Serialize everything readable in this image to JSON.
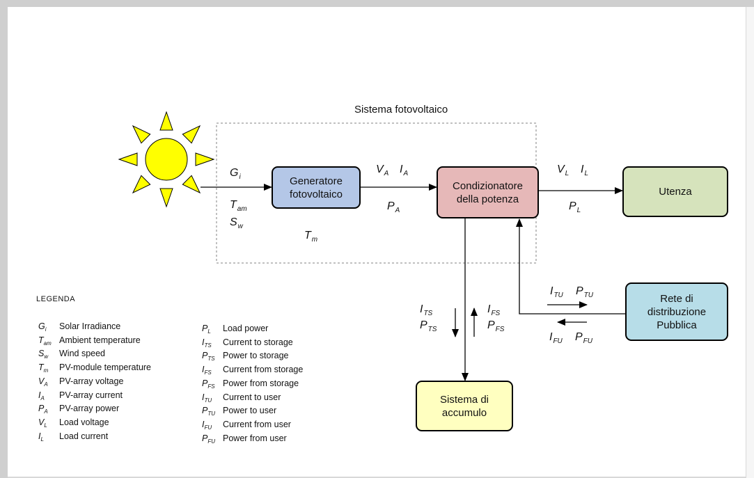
{
  "diagram_title": "Sistema fotovoltaico",
  "blocks": {
    "generator": "Generatore\nfotovoltaico",
    "conditioner": "Condizionatore\ndella potenza",
    "user": "Utenza",
    "grid": "Rete di\ndistribuzione\nPubblica",
    "storage": "Sistema di\naccumulo"
  },
  "colors": {
    "generator": "#b4c7e7",
    "conditioner": "#e6b8b8",
    "user": "#d6e3bc",
    "grid": "#b7dde8",
    "storage": "#ffffc0",
    "sun": "#ffff00"
  },
  "symbols": {
    "Gi": {
      "base": "G",
      "sub": "i"
    },
    "Tam": {
      "base": "T",
      "sub": "am"
    },
    "Sw": {
      "base": "S",
      "sub": "w"
    },
    "Tm": {
      "base": "T",
      "sub": "m"
    },
    "VA": {
      "base": "V",
      "sub": "A"
    },
    "IA": {
      "base": "I",
      "sub": "A"
    },
    "PA": {
      "base": "P",
      "sub": "A"
    },
    "VL": {
      "base": "V",
      "sub": "L"
    },
    "IL": {
      "base": "I",
      "sub": "L"
    },
    "PL": {
      "base": "P",
      "sub": "L"
    },
    "ITS": {
      "base": "I",
      "sub": "TS"
    },
    "PTS": {
      "base": "P",
      "sub": "TS"
    },
    "IFS": {
      "base": "I",
      "sub": "FS"
    },
    "PFS": {
      "base": "P",
      "sub": "FS"
    },
    "ITU": {
      "base": "I",
      "sub": "TU"
    },
    "PTU": {
      "base": "P",
      "sub": "TU"
    },
    "IFU": {
      "base": "I",
      "sub": "FU"
    },
    "PFU": {
      "base": "P",
      "sub": "FU"
    }
  },
  "legend": {
    "title": "LEGENDA",
    "col1": [
      {
        "base": "G",
        "sub": "i",
        "desc": "Solar Irradiance"
      },
      {
        "base": "T",
        "sub": "am",
        "desc": "Ambient temperature"
      },
      {
        "base": "S",
        "sub": "w",
        "desc": "Wind speed"
      },
      {
        "base": "T",
        "sub": "m",
        "desc": "PV-module temperature"
      },
      {
        "base": "V",
        "sub": "A",
        "desc": "PV-array voltage"
      },
      {
        "base": "I",
        "sub": "A",
        "desc": "PV-array current"
      },
      {
        "base": "P",
        "sub": "A",
        "desc": "PV-array power"
      },
      {
        "base": "V",
        "sub": "L",
        "desc": "Load voltage"
      },
      {
        "base": "I",
        "sub": "L",
        "desc": "Load current"
      }
    ],
    "col2": [
      {
        "base": "P",
        "sub": "L",
        "desc": "Load power"
      },
      {
        "base": "I",
        "sub": "TS",
        "desc": "Current to storage"
      },
      {
        "base": "P",
        "sub": "TS",
        "desc": "Power to storage"
      },
      {
        "base": "I",
        "sub": "FS",
        "desc": "Current from storage"
      },
      {
        "base": "P",
        "sub": "FS",
        "desc": "Power from storage"
      },
      {
        "base": "I",
        "sub": "TU",
        "desc": "Current to user"
      },
      {
        "base": "P",
        "sub": "TU",
        "desc": "Power to user"
      },
      {
        "base": "I",
        "sub": "FU",
        "desc": "Current from user"
      },
      {
        "base": "P",
        "sub": "FU",
        "desc": "Power from user"
      }
    ]
  }
}
